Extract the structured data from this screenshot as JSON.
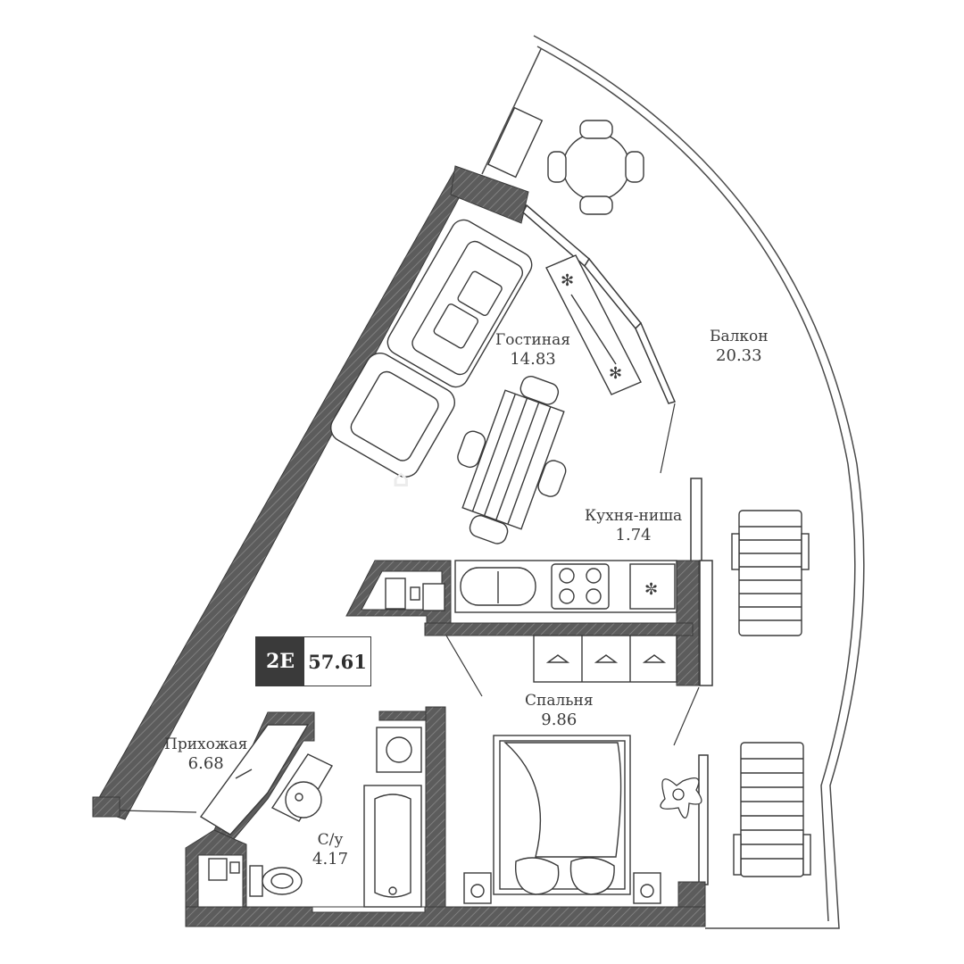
{
  "unit": {
    "code": "2E",
    "total_area": "57.61"
  },
  "rooms": {
    "living": {
      "name": "Гостиная",
      "area": "14.83"
    },
    "balcony": {
      "name": "Балкон",
      "area": "20.33"
    },
    "kitchen": {
      "name": "Кухня-ниша",
      "area": "1.74"
    },
    "bedroom": {
      "name": "Спальня",
      "area": "9.86"
    },
    "hallway": {
      "name": "Прихожая",
      "area": "6.68"
    },
    "bathroom": {
      "name": "С/у",
      "area": "4.17"
    }
  },
  "colors": {
    "wall": "#5a5a5a",
    "line": "#3a3a3a",
    "fill": "#ffffff"
  }
}
